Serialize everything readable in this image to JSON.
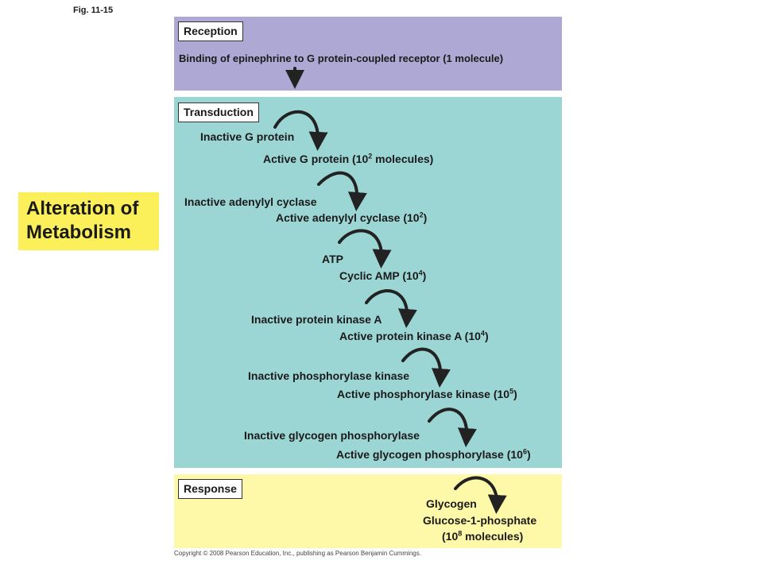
{
  "figure_label": "Fig. 11-15",
  "side_label": {
    "line1": "Alteration of",
    "line2": "Metabolism"
  },
  "reception": {
    "title": "Reception",
    "text": "Binding of epinephrine to G protein-coupled receptor (1 molecule)"
  },
  "transduction": {
    "title": "Transduction",
    "steps": [
      {
        "input": "Inactive G protein",
        "output_pre": "Active G protein (10",
        "output_sup": "2",
        "output_post": " molecules)"
      },
      {
        "input": "Inactive adenylyl cyclase",
        "output_pre": "Active adenylyl cyclase (10",
        "output_sup": "2",
        "output_post": ")"
      },
      {
        "input": "ATP",
        "output_pre": "Cyclic AMP (10",
        "output_sup": "4",
        "output_post": ")"
      },
      {
        "input": "Inactive protein kinase A",
        "output_pre": "Active protein kinase A (10",
        "output_sup": "4",
        "output_post": ")"
      },
      {
        "input": "Inactive phosphorylase kinase",
        "output_pre": "Active phosphorylase kinase (10",
        "output_sup": "5",
        "output_post": ")"
      },
      {
        "input": "Inactive glycogen phosphorylase",
        "output_pre": "Active glycogen phosphorylase (10",
        "output_sup": "6",
        "output_post": ")"
      }
    ]
  },
  "response": {
    "title": "Response",
    "input": "Glycogen",
    "output_line1": "Glucose-1-phosphate",
    "output_line2_pre": "(10",
    "output_line2_sup": "8",
    "output_line2_post": " molecules)"
  },
  "copyright": "Copyright © 2008 Pearson Education, Inc., publishing as Pearson Benjamin Cummings.",
  "colors": {
    "reception_bg": "#aea8d4",
    "transduction_bg": "#9cd6d4",
    "response_bg": "#fef9a8",
    "side_label_bg": "#fcf05a",
    "arrow": "#222222"
  }
}
